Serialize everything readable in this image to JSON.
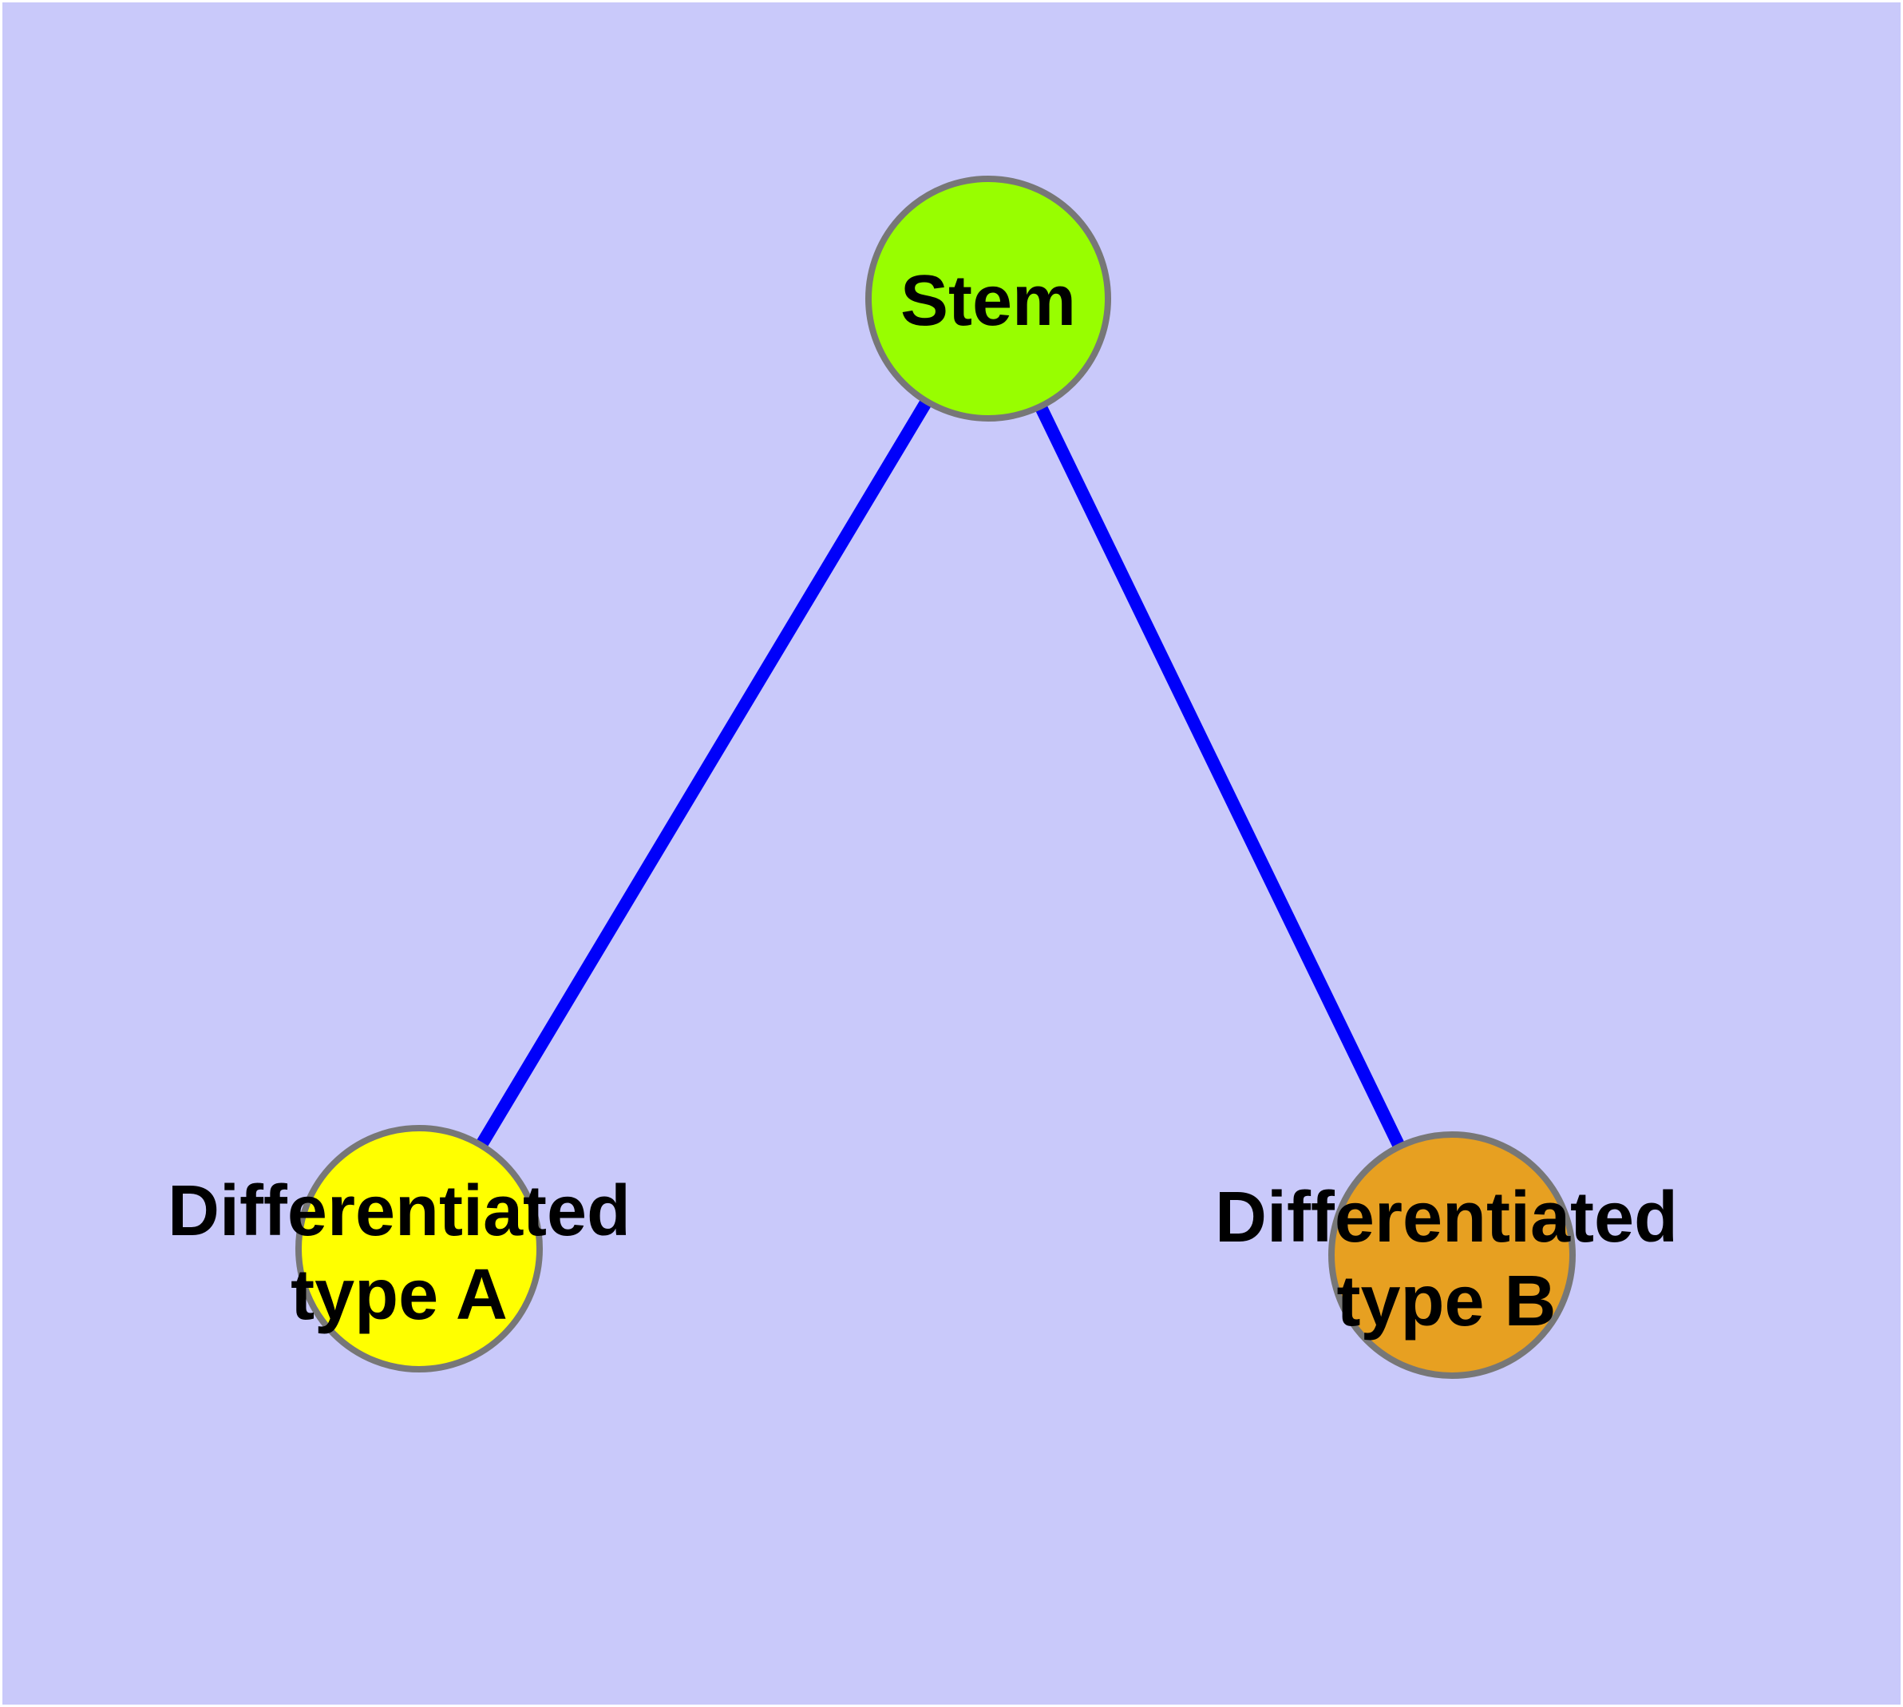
{
  "diagram": {
    "type": "graph",
    "description": "Cell differentiation tree: one stem node with two differentiated child nodes",
    "colors": {
      "background": "#C9C9FA",
      "page_margin": "#FFFFFF",
      "edge": "#0000FA",
      "node_outline": "#777777",
      "label_text": "#000000"
    },
    "nodes": [
      {
        "id": "stem",
        "label": "Stem",
        "lines": [
          "Stem"
        ],
        "fill": "#98FE00"
      },
      {
        "id": "differentiated-type-a",
        "label": "Differentiated type A",
        "lines": [
          "Differentiated",
          "type A"
        ],
        "fill": "#FFFF00"
      },
      {
        "id": "differentiated-type-b",
        "label": "Differentiated type B",
        "lines": [
          "Differentiated",
          "type B"
        ],
        "fill": "#E7A021"
      }
    ],
    "edges": [
      {
        "from": "Stem",
        "to": "Differentiated type A"
      },
      {
        "from": "Stem",
        "to": "Differentiated type B"
      }
    ]
  }
}
